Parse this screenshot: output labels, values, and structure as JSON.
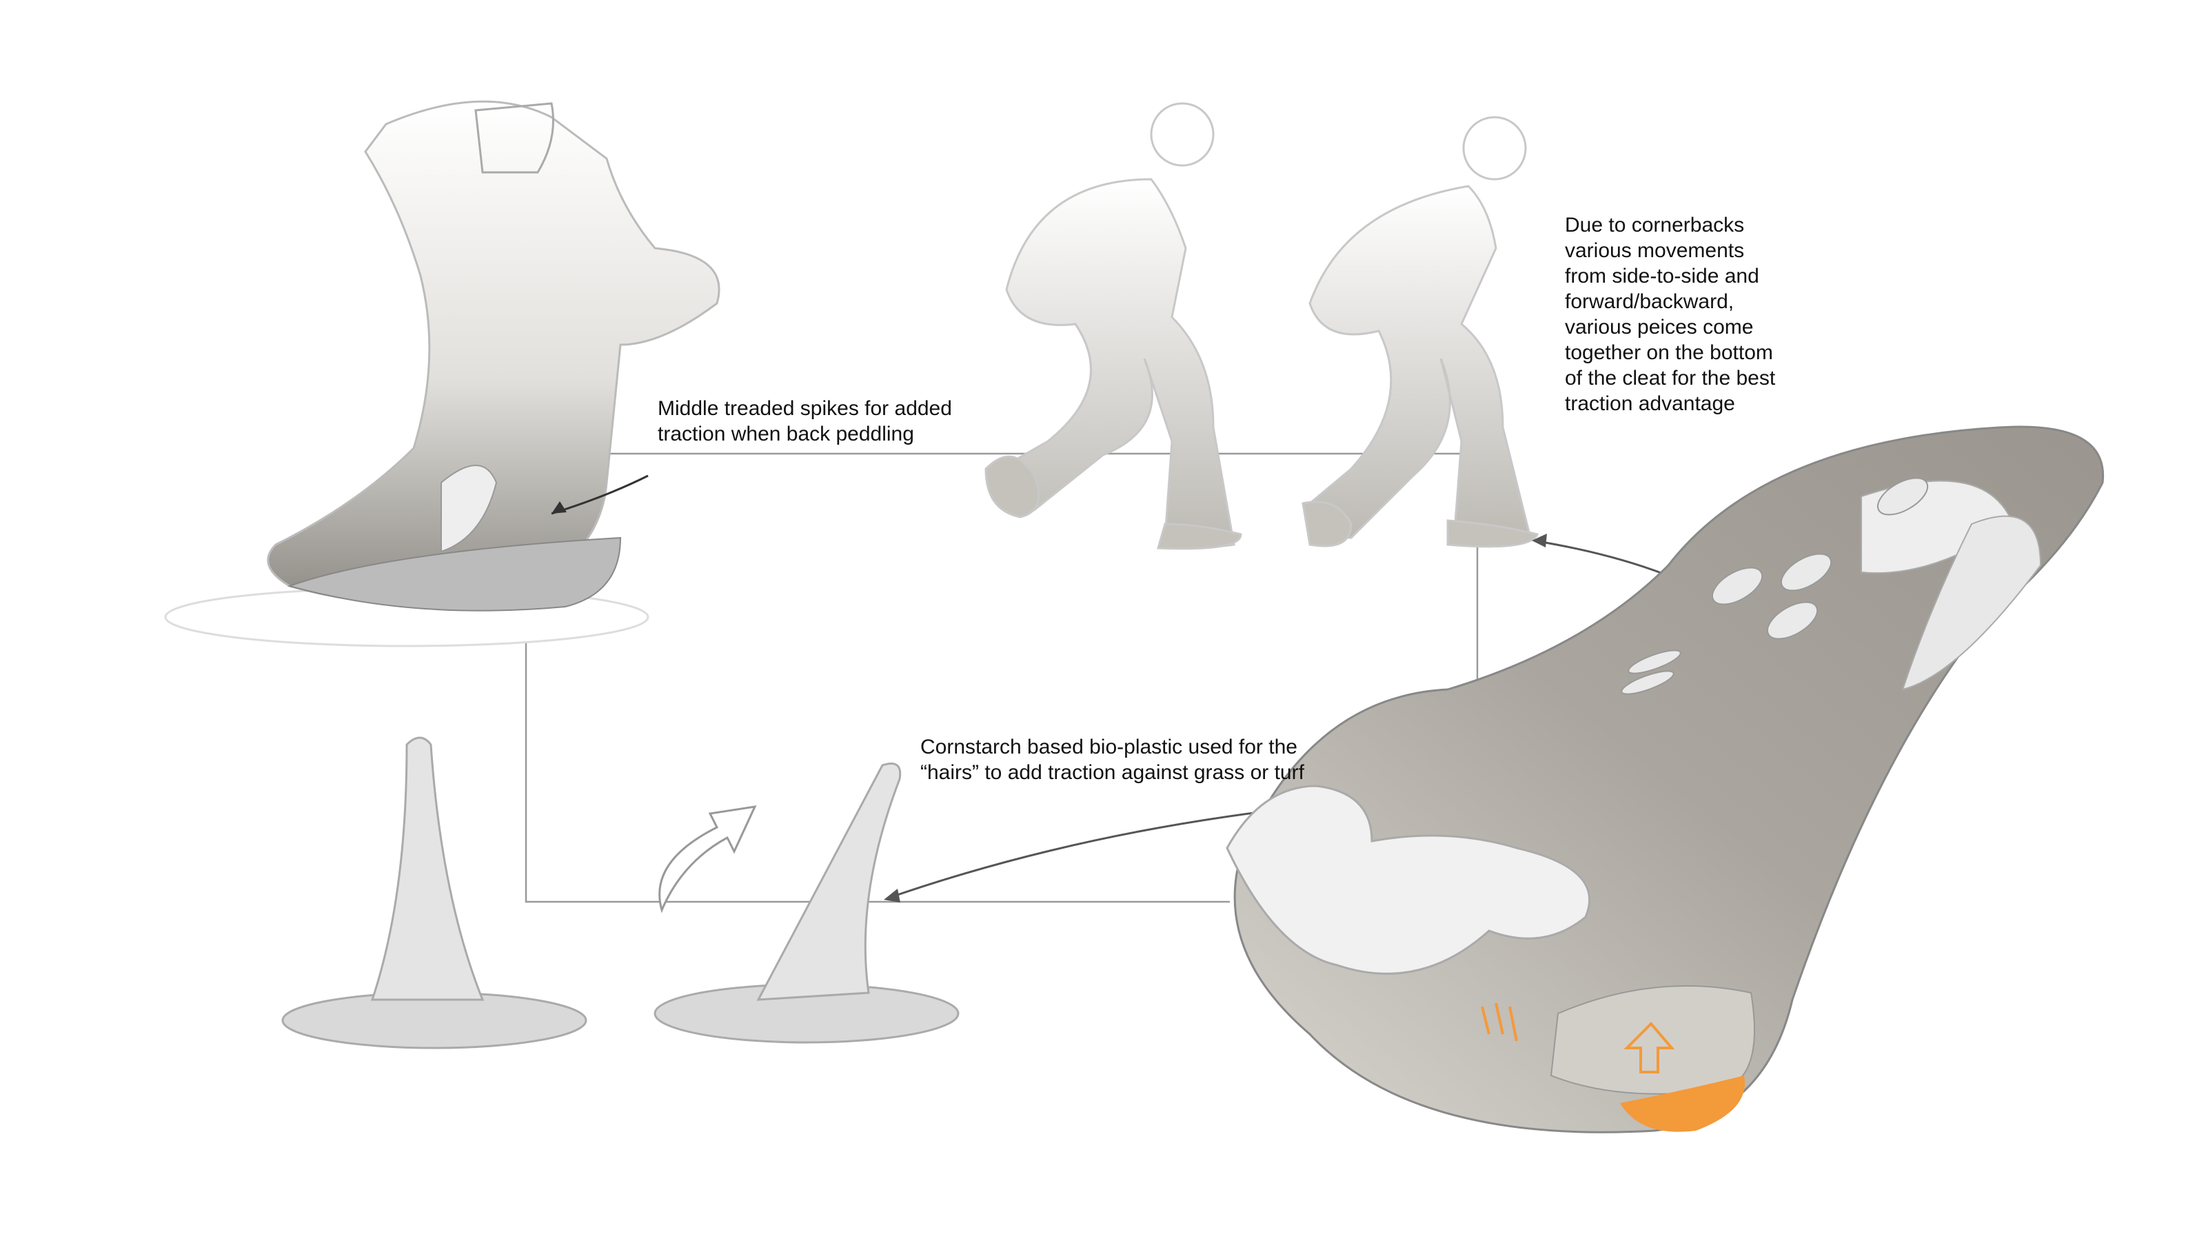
{
  "annotations": {
    "middle_spikes": "Middle treaded spikes for added\ntraction when back peddling",
    "cornerbacks": "Due to cornerbacks\nvarious movements\nfrom side-to-side and\nforward/backward,\nvarious peices come\ntogether on the bottom\nof the cleat for the best\ntraction advantage",
    "bio_plastic": "Cornstarch based bio-plastic used for the\n“hairs” to add traction against grass or turf"
  },
  "colors": {
    "accent_orange": "#f39a3a",
    "sole_gray": "#a9a59e",
    "sketch_line": "#8a8a8a"
  }
}
